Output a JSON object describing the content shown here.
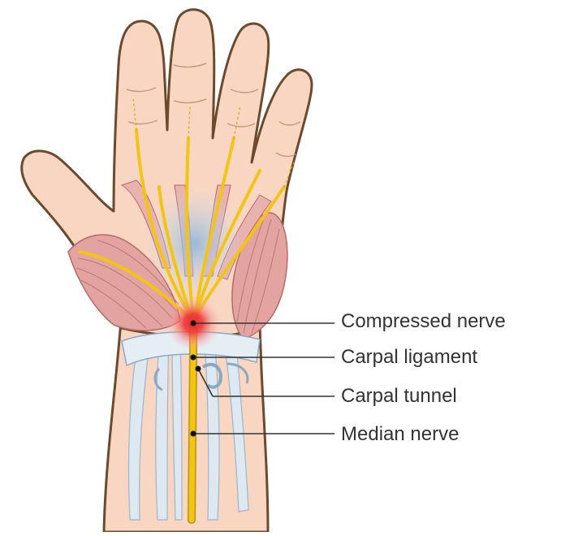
{
  "labels": {
    "compressed_nerve": "Compressed nerve",
    "carpal_ligament": "Carpal ligament",
    "carpal_tunnel": "Carpal tunnel",
    "median_nerve": "Median nerve"
  },
  "colors": {
    "skin": "#f8d6c2",
    "outline": "#6b4a2e",
    "muscle": "#e3a3a0",
    "tendon": "#dde8f0",
    "nerve": "#f2c515",
    "inflammation": "#e8262a",
    "leader_line": "#333333"
  }
}
